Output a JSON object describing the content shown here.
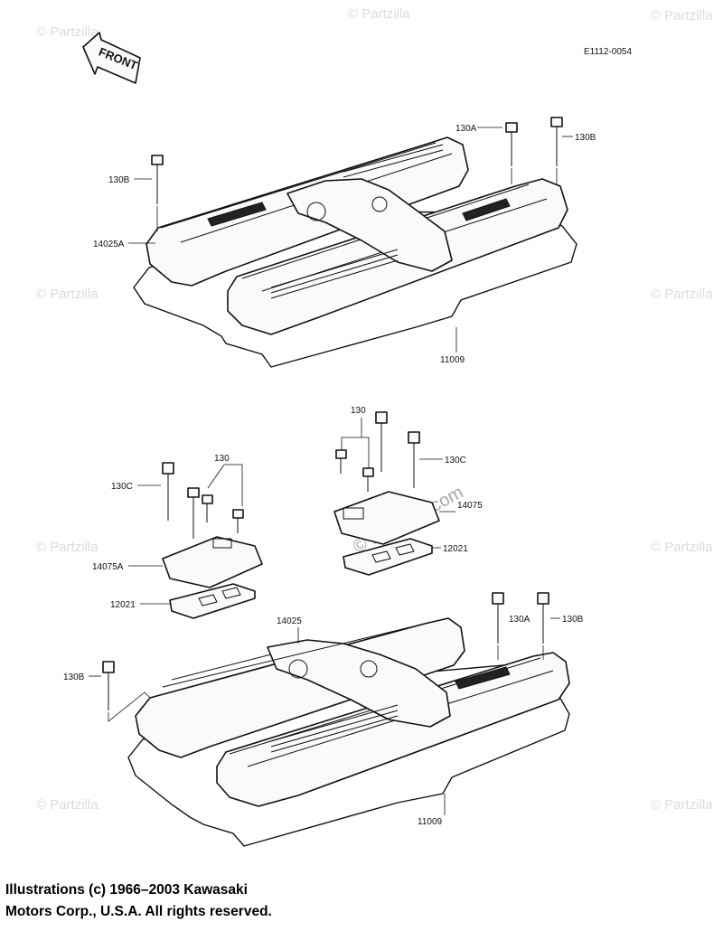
{
  "diagram_code": "E1112-0054",
  "front_arrow_label": "FRONT",
  "watermark_text": "© Partzilla",
  "watermark_center": "© Partzilla.com",
  "copyright": {
    "line1": "Illustrations (c) 1966–2003 Kawasaki",
    "line2": "Motors Corp., U.S.A.  All rights reserved."
  },
  "callouts": {
    "top_130a": "130A",
    "top_130b_right": "130B",
    "top_130b_left": "130B",
    "top_14025a": "14025A",
    "top_11009": "11009",
    "mid_130_left": "130",
    "mid_130c_left": "130C",
    "mid_14075a": "14075A",
    "mid_12021_left": "12021",
    "mid_130_right": "130",
    "mid_130c_right": "130C",
    "mid_14075": "14075",
    "mid_12021_right": "12021",
    "bot_14025": "14025",
    "bot_130a": "130A",
    "bot_130b_right": "130B",
    "bot_130b_left": "130B",
    "bot_11009": "11009"
  },
  "colors": {
    "ink": "#111111",
    "watermark": "#dcdcdc"
  }
}
